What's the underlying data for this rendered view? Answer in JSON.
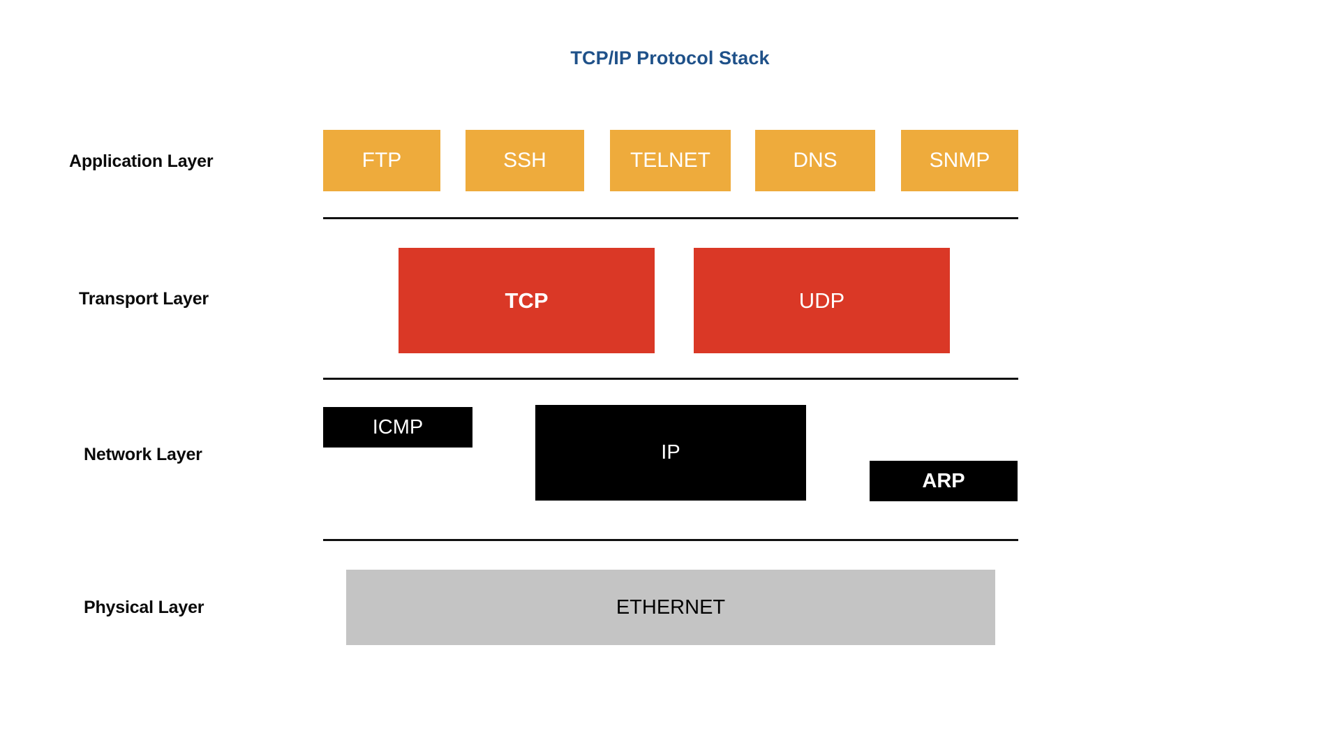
{
  "diagram": {
    "title": "TCP/IP Protocol Stack",
    "title_color": "#1f5189",
    "background_color": "#ffffff",
    "layers": [
      {
        "name": "application",
        "label": "Application Layer",
        "box_color": "#eeab3c",
        "text_color": "#ffffff",
        "protocols": [
          "FTP",
          "SSH",
          "TELNET",
          "DNS",
          "SNMP"
        ]
      },
      {
        "name": "transport",
        "label": "Transport Layer",
        "box_color": "#da3826",
        "text_color": "#ffffff",
        "protocols": [
          "TCP",
          "UDP"
        ]
      },
      {
        "name": "network",
        "label": "Network Layer",
        "box_color": "#000000",
        "text_color": "#ffffff",
        "protocols": [
          "ICMP",
          "IP",
          "ARP"
        ]
      },
      {
        "name": "physical",
        "label": "Physical Layer",
        "box_color": "#c4c4c4",
        "text_color": "#000000",
        "protocols": [
          "ETHERNET"
        ]
      }
    ],
    "boxes": {
      "ftp": "FTP",
      "ssh": "SSH",
      "telnet": "TELNET",
      "dns": "DNS",
      "snmp": "SNMP",
      "tcp": "TCP",
      "udp": "UDP",
      "icmp": "ICMP",
      "ip": "IP",
      "arp": "ARP",
      "ethernet": "ETHERNET"
    }
  }
}
